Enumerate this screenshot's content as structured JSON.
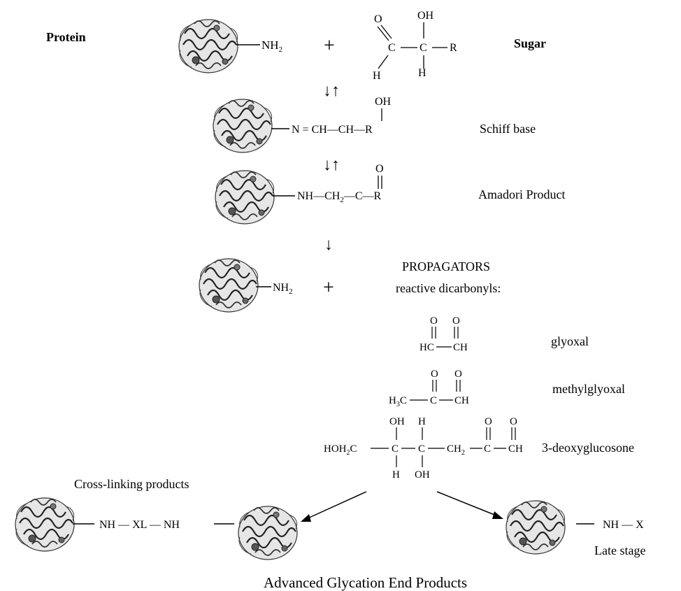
{
  "header": {
    "protein_label": "Protein",
    "sugar_label": "Sugar"
  },
  "row1": {
    "amine": "NH",
    "amine_sub": "2",
    "plus": "+",
    "sugar": {
      "o_top": "O",
      "oh_top": "OH",
      "c1": "C",
      "c2": "C",
      "r": "R",
      "h_left": "H",
      "h_mid": "H"
    }
  },
  "arrows": {
    "equilibrium_1": "↓↑",
    "equilibrium_2": "↓↑",
    "forward": "↓"
  },
  "schiff": {
    "oh": "OH",
    "chain": "N = CH—CH—R",
    "label": "Schiff base"
  },
  "amadori": {
    "o": "O",
    "nh_ch": "NH—CH",
    "ch_sub": "2",
    "tail": "—C—R",
    "label": "Amadori Product"
  },
  "propagators": {
    "amine": "NH",
    "amine_sub": "2",
    "plus": "+",
    "title": "PROPAGATORS",
    "subtitle": "reactive dicarbonyls:"
  },
  "glyoxal": {
    "o1": "O",
    "o2": "O",
    "hc": "HC",
    "ch": "CH",
    "label": "glyoxal"
  },
  "methylglyoxal": {
    "o1": "O",
    "o2": "O",
    "h3c_h": "H",
    "h3c_sub": "3",
    "h3c_c": "C",
    "c": "C",
    "ch": "CH",
    "label": "methylglyoxal"
  },
  "deoxyglucosone": {
    "oh_top": "OH",
    "h_top": "H",
    "o1": "O",
    "o2": "O",
    "hoh": "HOH",
    "hoh_sub": "2",
    "hoh_c": "C",
    "c1": "C",
    "c2": "C",
    "ch": "CH",
    "ch_sub": "2",
    "c3": "C",
    "ch_end": "CH",
    "h_bottom": "H",
    "oh_bottom": "OH",
    "label": "3-deoxyglucosone"
  },
  "crosslink": {
    "label": "Cross-linking products",
    "chain": "NH — XL — NH"
  },
  "late_stage": {
    "chain": "NH — X",
    "label": "Late stage"
  },
  "footer": {
    "title": "Advanced Glycation End Products"
  },
  "colors": {
    "ink": "#000000",
    "protein_shade": "#555555",
    "background": "#ffffff"
  },
  "icons": [
    "protein-structure-icon"
  ]
}
